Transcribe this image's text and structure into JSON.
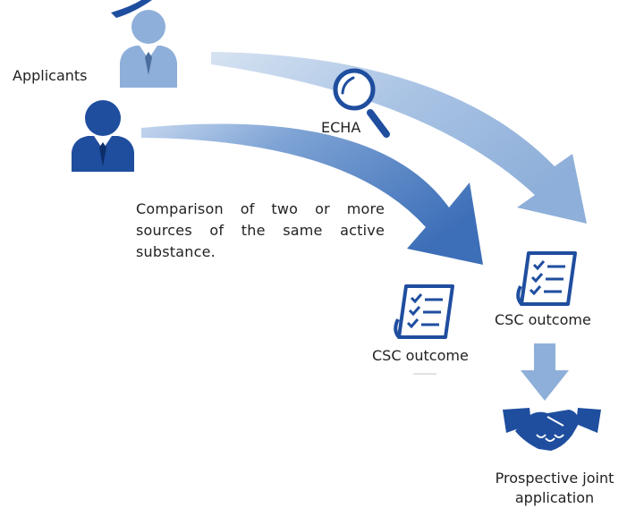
{
  "labels": {
    "applicants": "Applicants",
    "echa": "ECHA",
    "comparison": "Comparison of two or more sources of the same active substance.",
    "csc_outcome_right": "CSC outcome",
    "csc_outcome_left": "CSC outcome",
    "joint_application": "Prospective joint application"
  },
  "icons": {
    "applicant_light": "person-icon",
    "applicant_dark": "person-icon",
    "magnifier": "magnifying-glass-icon",
    "document_right": "checklist-document-icon",
    "document_left": "checklist-document-icon",
    "down_arrow": "down-arrow-icon",
    "handshake": "handshake-icon"
  },
  "colors": {
    "light_blue": "#8eafd9",
    "mid_blue": "#5f8fcb",
    "dark_blue": "#1f4e9f",
    "navy": "#0f3f8f"
  }
}
